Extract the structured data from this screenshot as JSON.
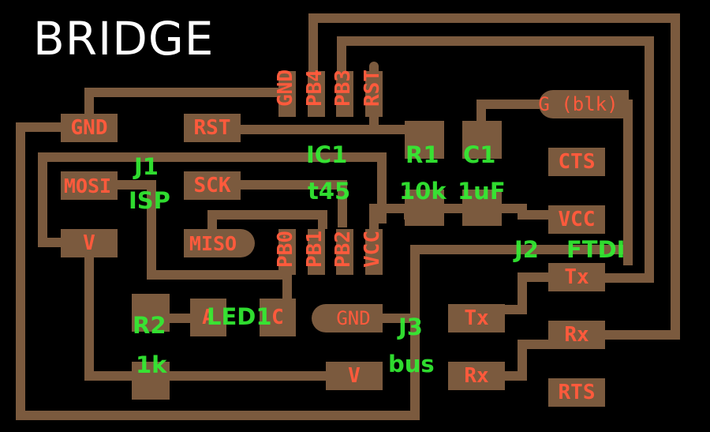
{
  "title": "BRIDGE",
  "colors": {
    "background": "#000000",
    "copper": "#7b5a3e",
    "pad_label": "#ff5a3c",
    "component_label": "#33ee33",
    "title": "#ffffff"
  },
  "pads": {
    "isp_gnd": "GND",
    "isp_rst": "RST",
    "isp_mosi": "MOSI",
    "isp_sck": "SCK",
    "isp_v": "V",
    "isp_miso": "MISO",
    "ic_gnd": "GND",
    "ic_pb4": "PB4",
    "ic_pb3": "PB3",
    "ic_rst": "RST",
    "ic_pb0": "PB0",
    "ic_pb1": "PB1",
    "ic_pb2": "PB2",
    "ic_vcc": "VCC",
    "ftdi_g": "G (blk)",
    "ftdi_cts": "CTS",
    "ftdi_vcc": "VCC",
    "ftdi_tx": "Tx",
    "ftdi_rx": "Rx",
    "ftdi_rts": "RTS",
    "bus_gnd": "GND",
    "bus_v": "V",
    "bus_tx": "Tx",
    "bus_rx": "Rx",
    "led_a": "A",
    "led_c": "C"
  },
  "components": {
    "j1": {
      "ref": "J1",
      "value": "ISP"
    },
    "ic1": {
      "ref": "IC1",
      "value": "t45"
    },
    "r1": {
      "ref": "R1",
      "value": "10k"
    },
    "c1": {
      "ref": "C1",
      "value": "1uF"
    },
    "j2": {
      "ref": "J2",
      "value": "FTDI"
    },
    "r2": {
      "ref": "R2",
      "value": "1k"
    },
    "led1": {
      "ref": "LED1"
    },
    "j3": {
      "ref": "J3",
      "value": "bus"
    }
  }
}
